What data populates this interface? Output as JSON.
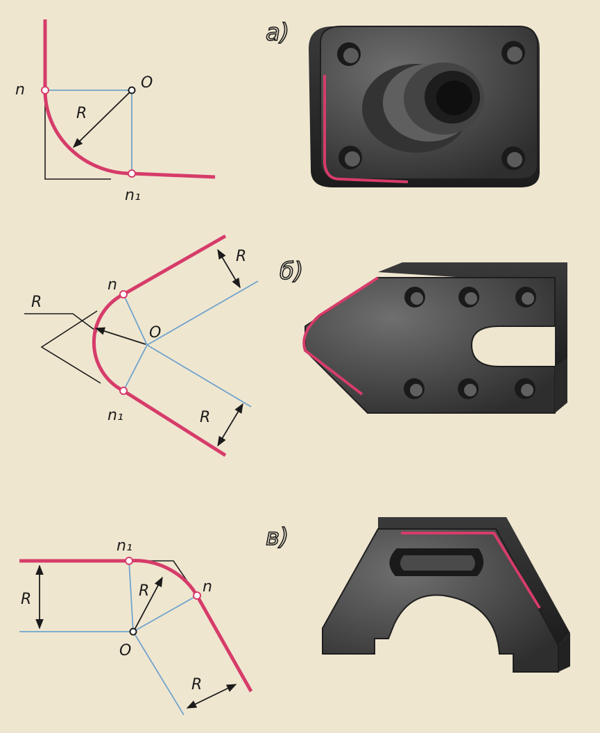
{
  "colors": {
    "paper": "#efe6d0",
    "contour": "#d63c6a",
    "construction": "#6fa3cc",
    "ink": "#1b1b1b",
    "metal": "#4a4a4a"
  },
  "panels": [
    {
      "section": "а)",
      "labels": {
        "n": "n",
        "n1": "n₁",
        "o": "O",
        "r": "R"
      }
    },
    {
      "section": "б)",
      "labels": {
        "n": "n",
        "n1": "n₁",
        "o": "O",
        "r_center": "R",
        "r_upper": "R",
        "r_lower": "R"
      }
    },
    {
      "section": "в)",
      "labels": {
        "n": "n",
        "n1": "n₁",
        "o": "O",
        "r_center": "R",
        "r_left": "R",
        "r_lower": "R"
      }
    }
  ]
}
